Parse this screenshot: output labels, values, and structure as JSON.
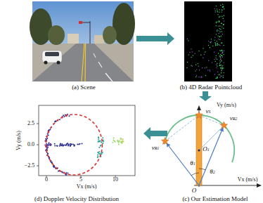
{
  "diagram": {
    "nodes": [
      {
        "text": [
          "(a) Scene"
        ]
      },
      {
        "text": [
          "(b) 4D Radar Pointcloud"
        ]
      },
      {
        "text": [
          "(c) Our Estimation Model"
        ]
      },
      {
        "text": [
          "(d) Doppler Velocity Distribution"
        ]
      }
    ],
    "edges": [
      {
        "from": 0,
        "to": 1,
        "arrow": "to"
      },
      {
        "from": 1,
        "to": 2,
        "arrow": "to"
      },
      {
        "from": 2,
        "to": 3,
        "arrow": "to"
      }
    ],
    "labels": [
      "Vy (m/s)",
      "vS",
      "vR1",
      "vR2",
      "O1",
      "θ1",
      "θ2",
      "O",
      "Vx (m/s)",
      "Vy (m/s)",
      "2.5",
      "0.0",
      "−2.5",
      "0",
      "5",
      "10",
      "Vx (m/s)"
    ]
  }
}
